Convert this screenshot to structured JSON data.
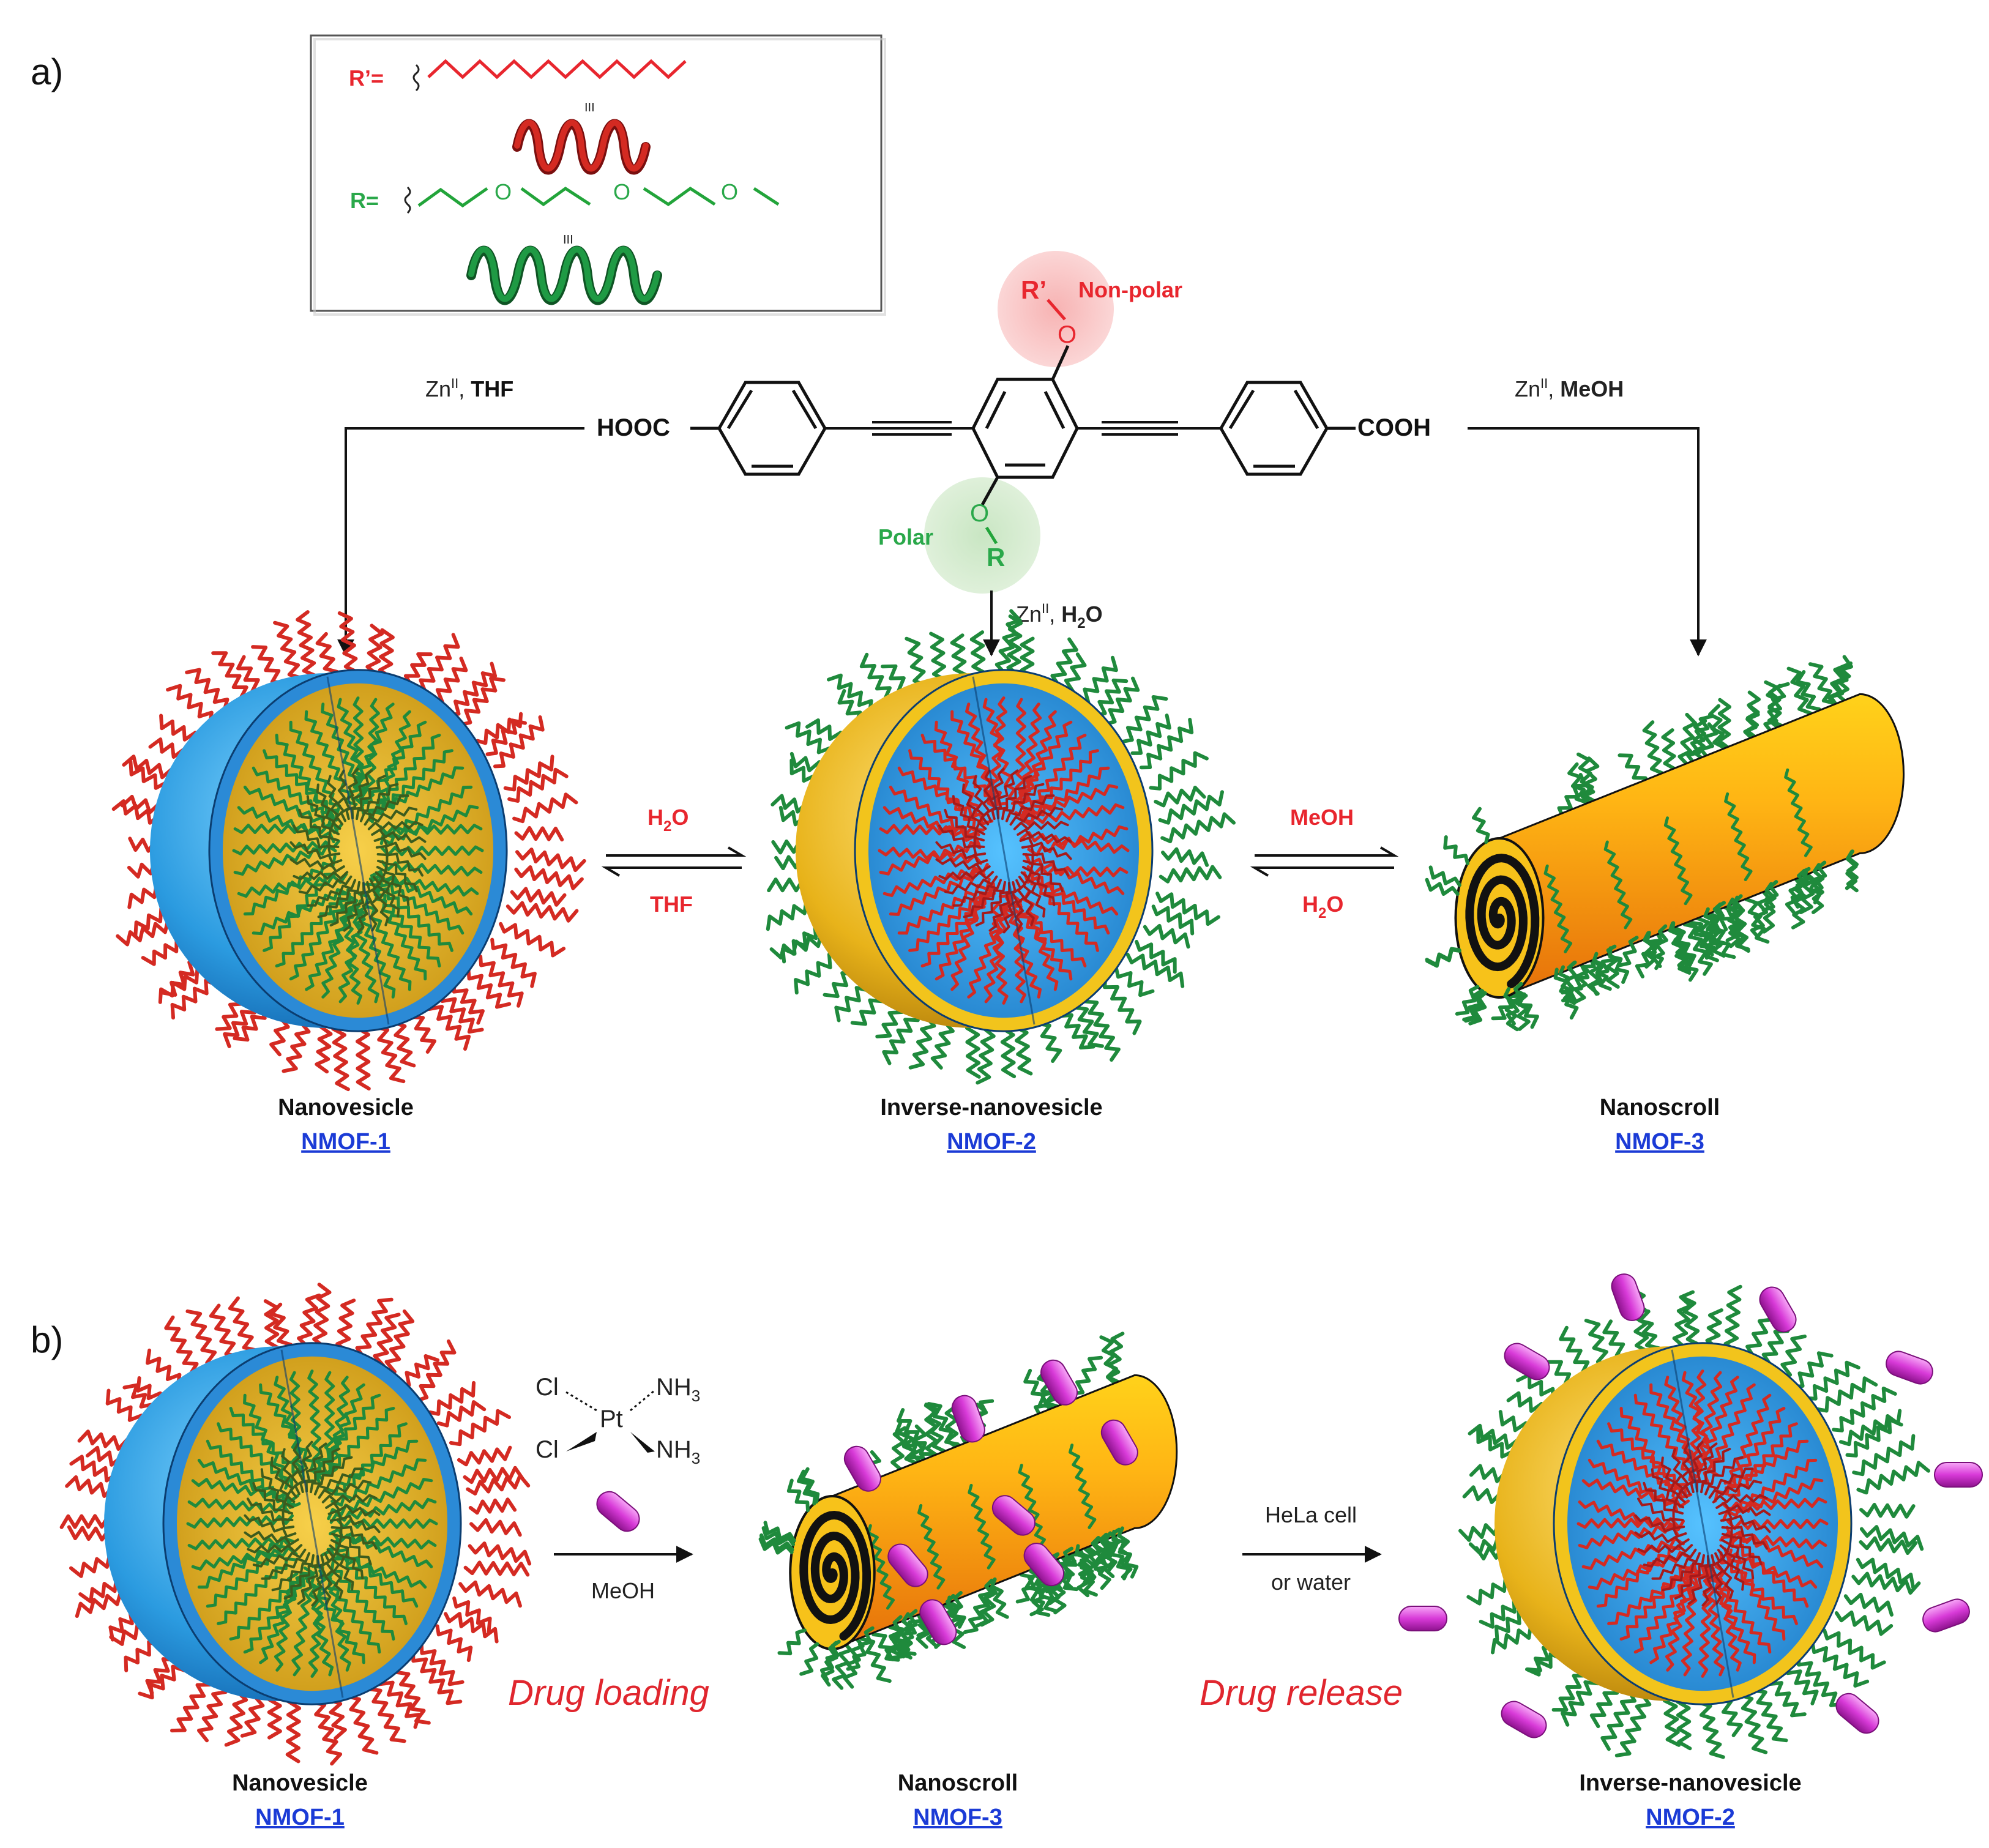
{
  "panels": {
    "a": "a)",
    "b": "b)"
  },
  "legend": {
    "r_prime_label": "R’=",
    "r_label": "R=",
    "oxygen": "O",
    "break_mark": "III"
  },
  "ligand": {
    "left_group": "HOOC",
    "right_group": "COOH",
    "r_prime": "R’",
    "r": "R",
    "oxygen": "O",
    "nonpolar": "Non-polar",
    "polar": "Polar"
  },
  "conditions": {
    "left": {
      "metal": "Zn",
      "ox": "II",
      "sep": ", ",
      "solvent": "THF"
    },
    "right": {
      "metal": "Zn",
      "ox": "II",
      "sep": ", ",
      "solvent": "MeOH"
    },
    "center": {
      "metal": "Zn",
      "ox": "II",
      "sep": ", ",
      "solvent_main": "H",
      "solvent_sub": "2",
      "solvent_end": "O"
    }
  },
  "equilibria": {
    "first_top": {
      "main": "H",
      "sub": "2",
      "end": "O"
    },
    "first_bottom": "THF",
    "second_top": "MeOH",
    "second_bottom": {
      "main": "H",
      "sub": "2",
      "end": "O"
    }
  },
  "structures_a": [
    {
      "name": "Nanovesicle",
      "code": "NMOF-1"
    },
    {
      "name": "Inverse-nanovesicle",
      "code": "NMOF-2"
    },
    {
      "name": "Nanoscroll",
      "code": "NMOF-3"
    }
  ],
  "cisplatin": {
    "cl_top": "Cl",
    "cl_bottom": "Cl",
    "pt": "Pt",
    "nh3_top_main": "NH",
    "nh3_top_sub": "3",
    "nh3_bottom_main": "NH",
    "nh3_bottom_sub": "3"
  },
  "panel_b": {
    "loading_solvent": "MeOH",
    "release_line1": "HeLa cell",
    "release_line2": "or water",
    "drug_loading": "Drug loading",
    "drug_release": "Drug release"
  },
  "structures_b": [
    {
      "name": "Nanovesicle",
      "code": "NMOF-1"
    },
    {
      "name": "Nanoscroll",
      "code": "NMOF-3"
    },
    {
      "name": "Inverse-nanovesicle",
      "code": "NMOF-2"
    }
  ],
  "colors": {
    "nonpolar_red": "#d42a22",
    "polar_green": "#1f8a3c",
    "vesicle_blue": "#2e8fd6",
    "inverse_gold": "#e8b820",
    "scroll_orange": "#f08a10",
    "drug_magenta": "#d63ad6",
    "link_blue": "#1b3bd6"
  }
}
